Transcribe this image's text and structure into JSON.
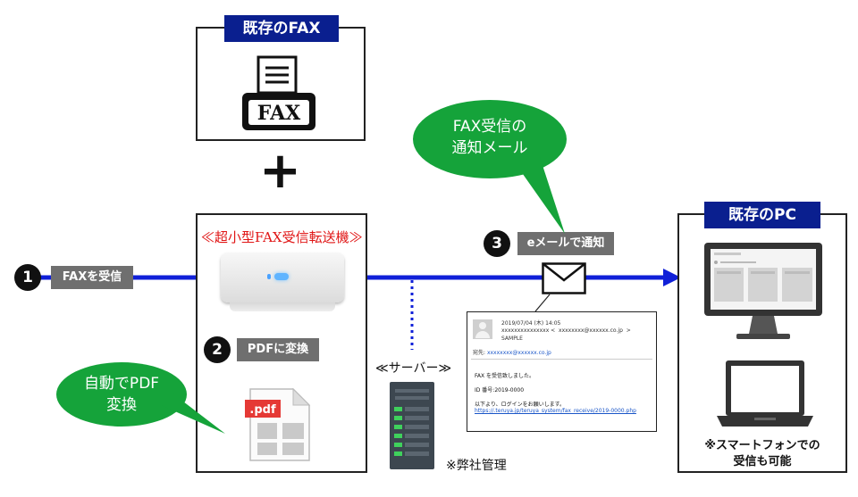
{
  "existing_fax": {
    "label": "既存のFAX",
    "icon_text": "FAX"
  },
  "plus": "+",
  "device": {
    "title": "≪超小型FAX受信転送機≫"
  },
  "steps": [
    {
      "num": "1",
      "label": "FAXを受信"
    },
    {
      "num": "2",
      "label": "PDFに変換"
    },
    {
      "num": "3",
      "label": "eメールで通知"
    }
  ],
  "bubbles": {
    "pdf": [
      "自動でPDF",
      "変換"
    ],
    "mail": [
      "FAX受信の",
      "通知メール"
    ]
  },
  "pdf_file": {
    "ext": ".pdf"
  },
  "server": {
    "title": "≪サーバー≫",
    "note": "※弊社管理"
  },
  "email": {
    "date": "2019/07/04 (木) 14:05",
    "from_name": "xxxxxxxxxxxxxxx",
    "from_addr": "xxxxxxxx@xxxxxx.co.jp",
    "subject": "SAMPLE",
    "to_label": "宛先:",
    "to_addr": "xxxxxxxx@xxxxxx.co.jp",
    "body1": "FAX を受信致しました。",
    "body2": "ID 番号:2019-0000",
    "body3": "以下より、ログインをお願いします。",
    "link": "https://.teruya.jp/teruya_system/fax_receive/2019-0000.php"
  },
  "existing_pc": {
    "label": "既存のPC",
    "note1": "※スマートフォンでの",
    "note2": "受信も可能"
  },
  "colors": {
    "navy": "#0a1f8f",
    "line_blue": "#1020d8",
    "bubble_green": "#15a33a",
    "title_red": "#e01515",
    "step_gray": "#6f6f6f"
  }
}
